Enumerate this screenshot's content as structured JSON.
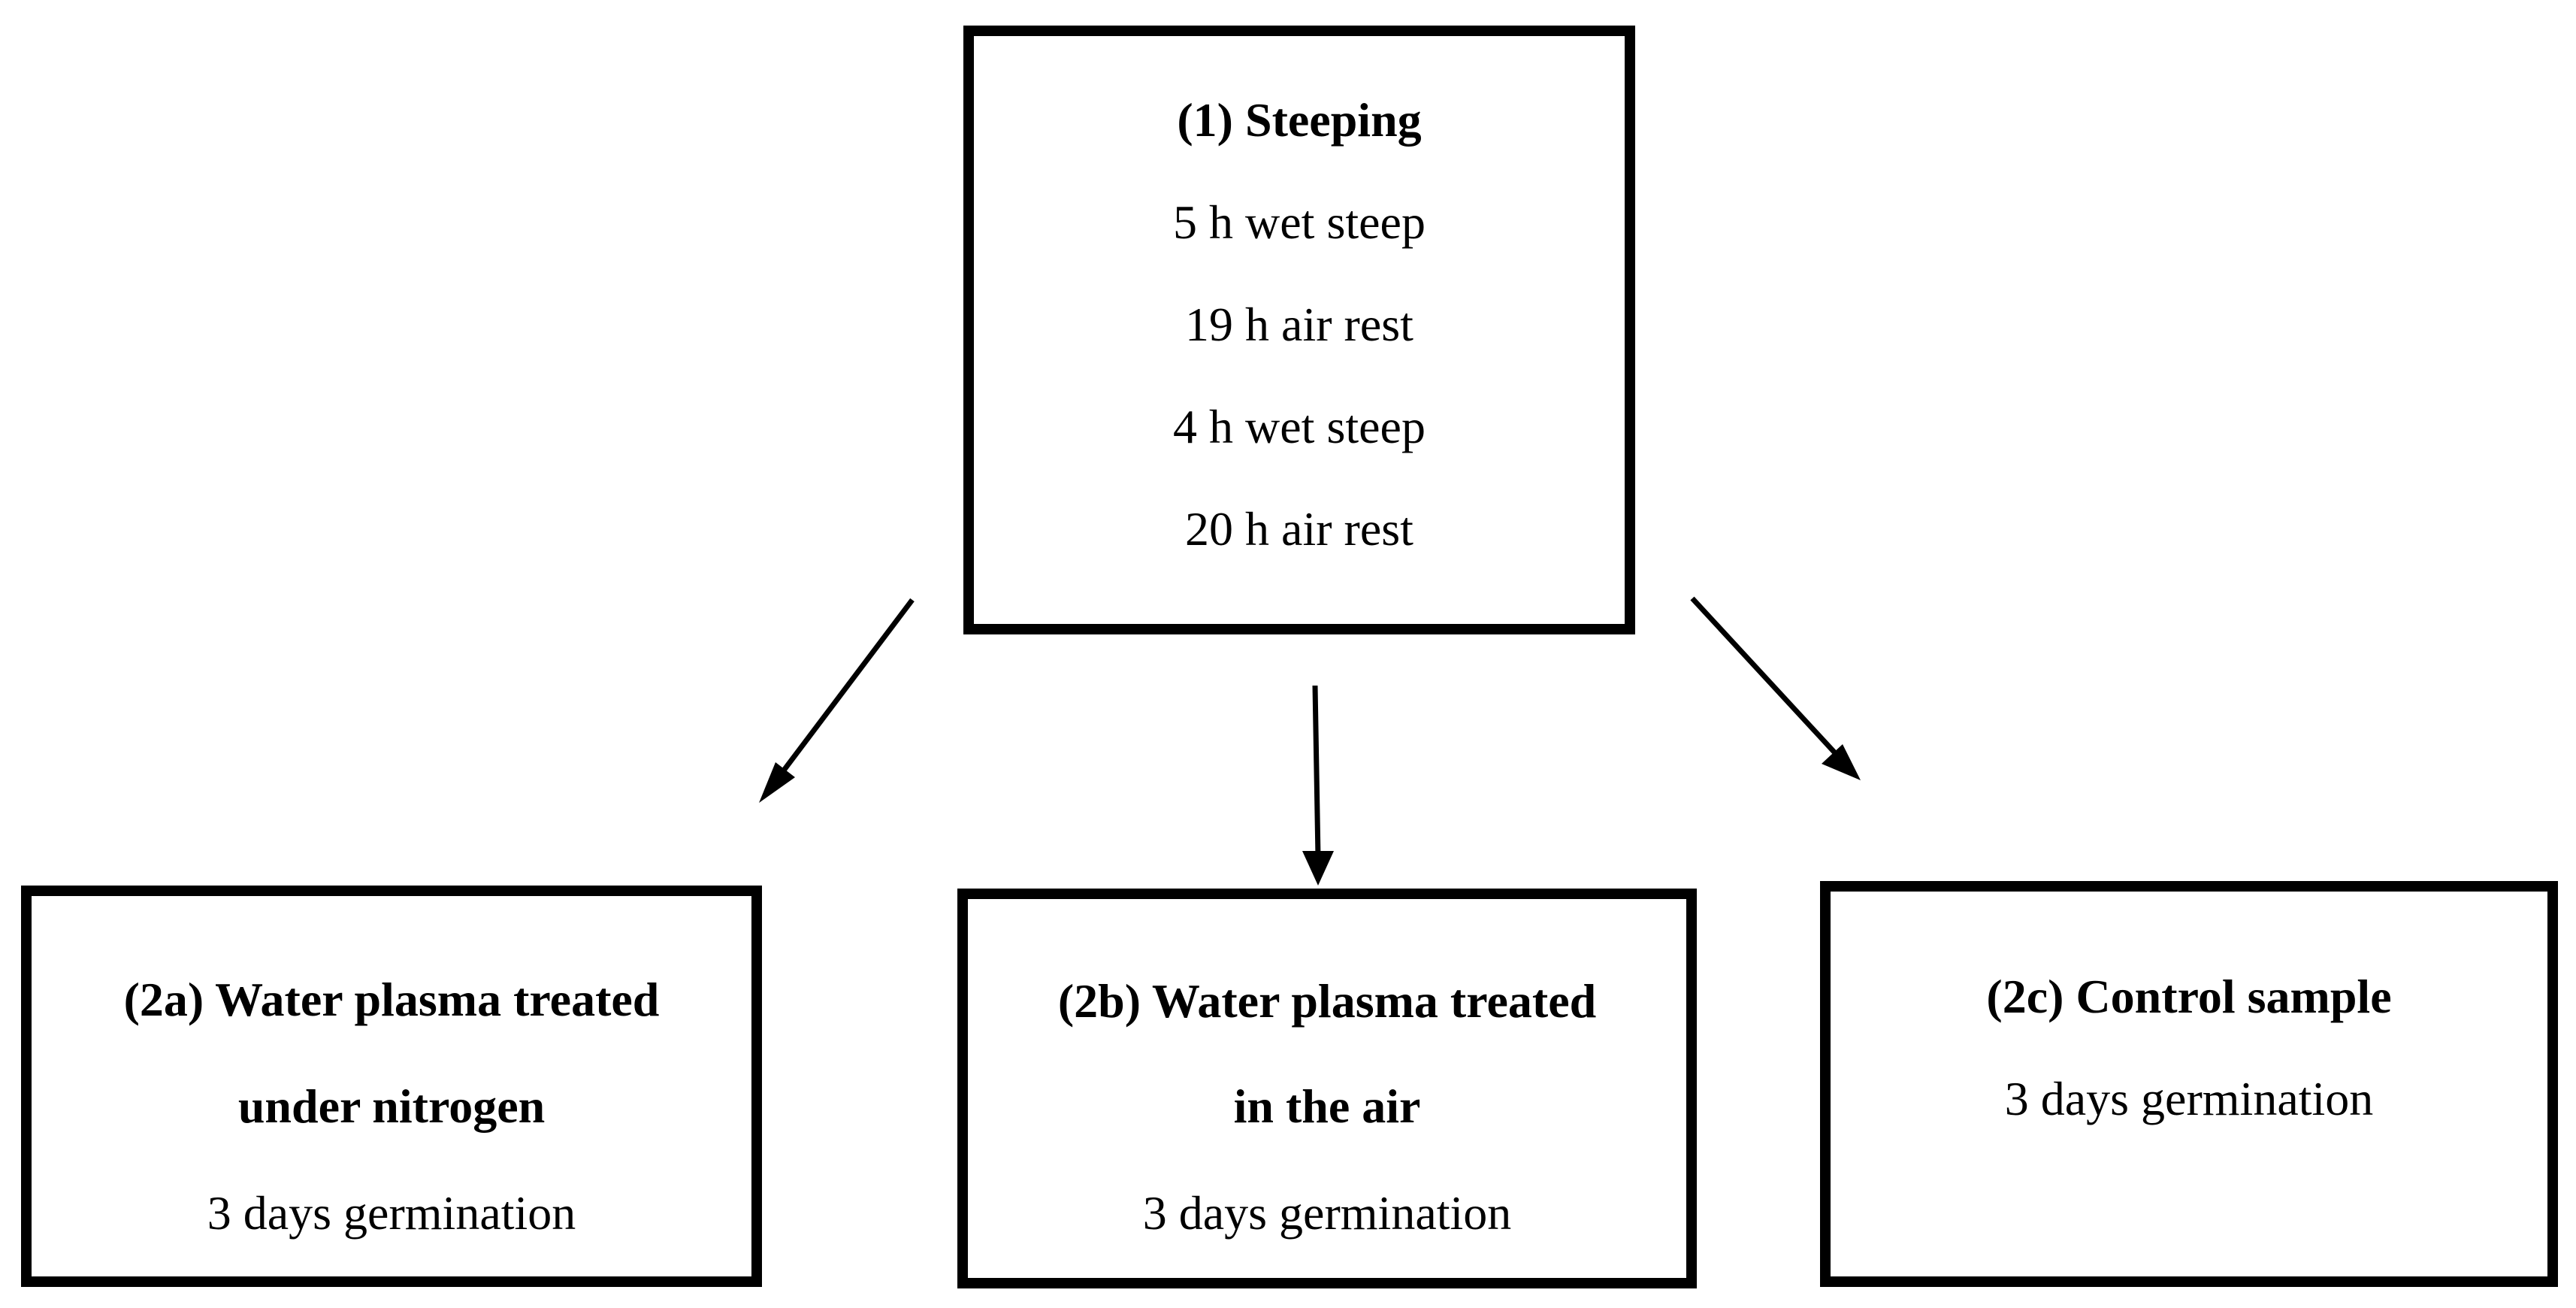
{
  "steeping": {
    "title": "(1) Steeping",
    "steps": [
      "5 h wet steep",
      "19 h air rest",
      "4 h wet steep",
      "20 h air rest"
    ]
  },
  "branches": [
    {
      "title_line1": "(2a) Water plasma treated",
      "title_line2": "under nitrogen",
      "detail": "3 days germination"
    },
    {
      "title_line1": "(2b) Water plasma treated",
      "title_line2": "in the air",
      "detail": "3 days germination"
    },
    {
      "title_line1": "(2c) Control sample",
      "detail": "3 days germination"
    }
  ]
}
